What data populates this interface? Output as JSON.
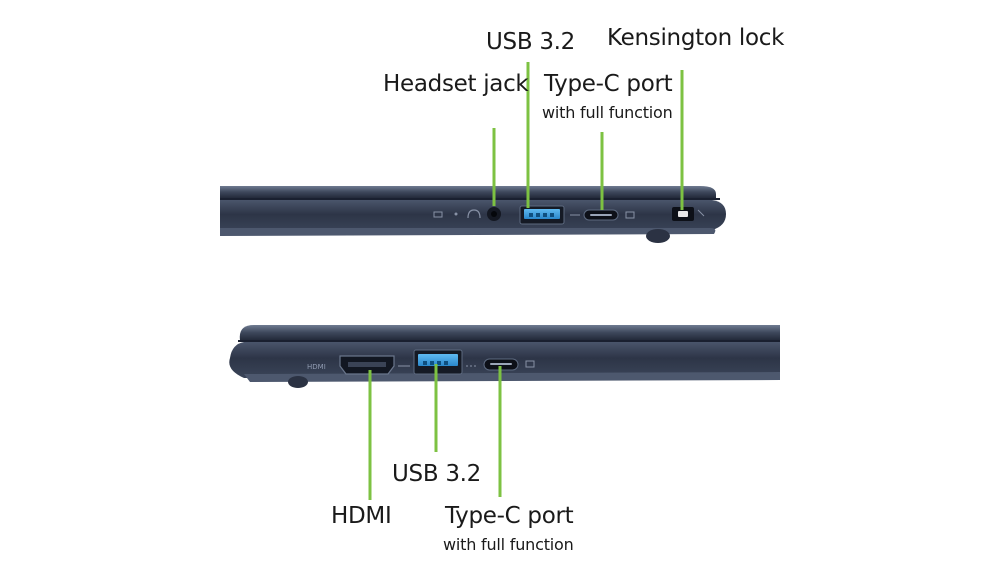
{
  "top_view": {
    "labels": {
      "usb": "USB 3.2",
      "kensington": "Kensington lock",
      "headset": "Headset jack",
      "typec": "Type-C port",
      "typec_sub": "with full function"
    }
  },
  "bottom_view": {
    "labels": {
      "hdmi": "HDMI",
      "usb": "USB 3.2",
      "typec": "Type-C port",
      "typec_sub": "with full function"
    },
    "port_text": {
      "hdmi": "HDMI"
    }
  },
  "colors": {
    "callout_line": "#7dc242",
    "chassis_dark": "#2c3447",
    "chassis_mid": "#3b4558",
    "chassis_light": "#5d6a80",
    "usb_blue": "#3aa0e0",
    "text": "#1a1a1a"
  }
}
